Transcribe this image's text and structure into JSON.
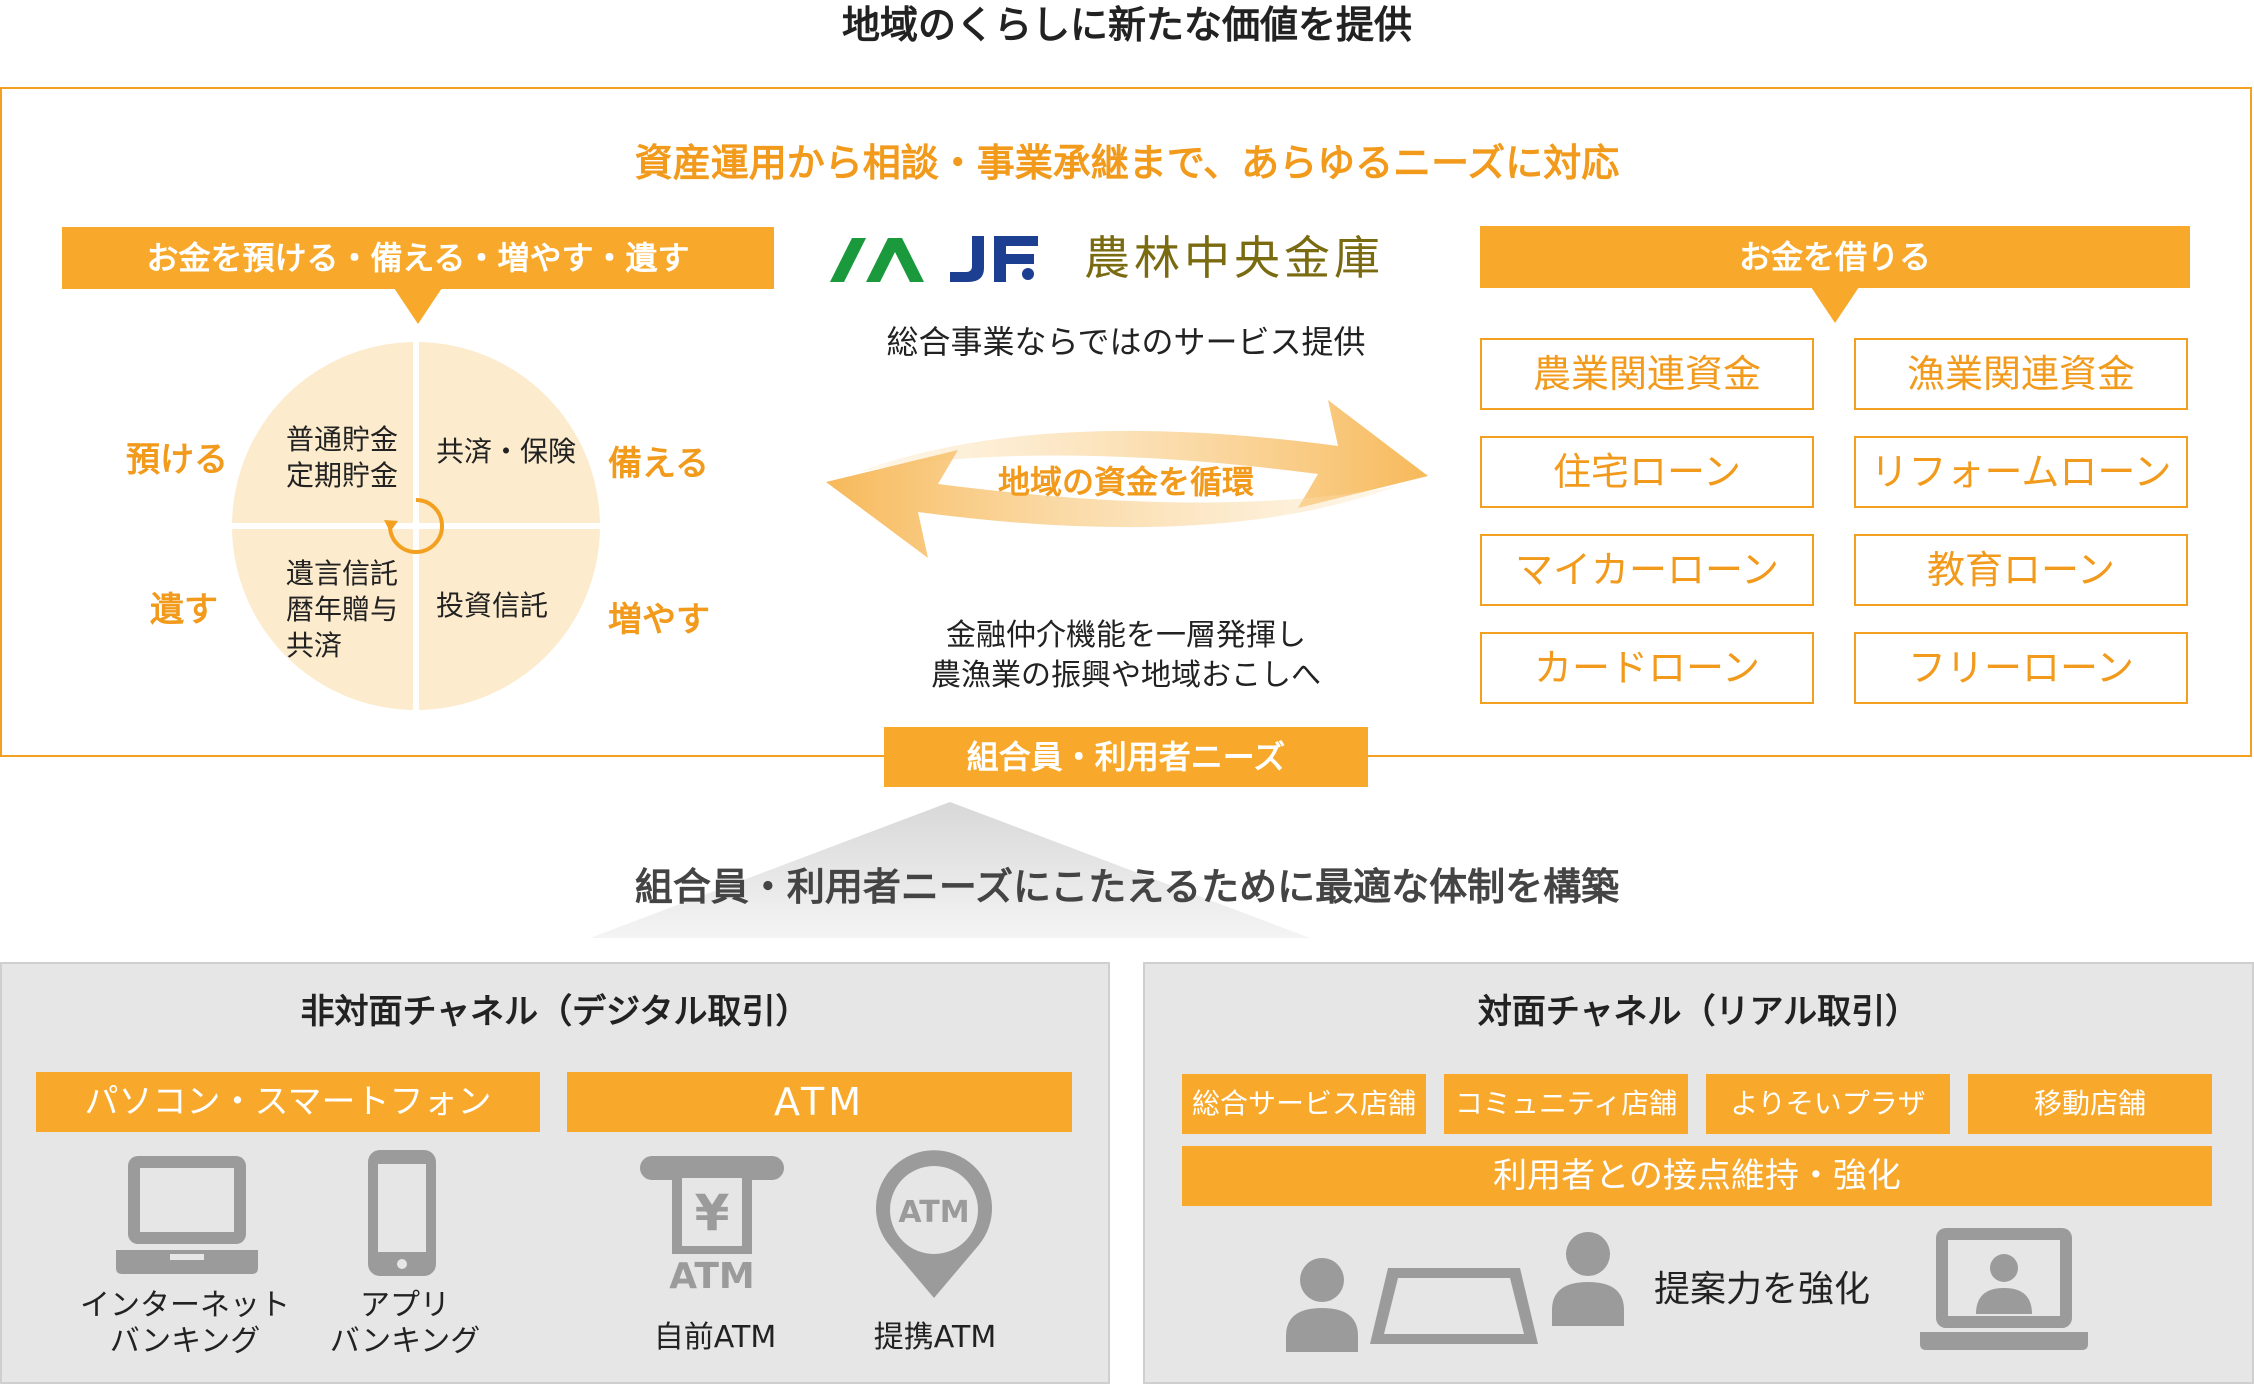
{
  "main_title": "地域のくらしに新たな価値を提供",
  "top_section": {
    "headline": "資産運用から相談・事業承継まで、あらゆるニーズに対応",
    "left": {
      "header": "お金を預ける・備える・増やす・遺す",
      "words": {
        "top_left": "預ける",
        "top_right": "備える",
        "bottom_left": "遺す",
        "bottom_right": "増やす"
      },
      "quadrants": {
        "top_left": [
          "普通貯金",
          "定期貯金"
        ],
        "top_right": [
          "共済・保険"
        ],
        "bottom_left": [
          "遺言信託",
          "暦年贈与",
          "共済"
        ],
        "bottom_right": [
          "投資信託"
        ]
      }
    },
    "center": {
      "logo_ja": "JA",
      "logo_jf": "JF",
      "logo_name": "農林中央金庫",
      "subtitle": "総合事業ならではのサービス提供",
      "cycle_label": "地域の資金を循環",
      "desc_line1": "金融仲介機能を一層発揮し",
      "desc_line2": "農漁業の振興や地域おこしへ"
    },
    "right": {
      "header": "お金を借りる",
      "loans": [
        "農業関連資金",
        "漁業関連資金",
        "住宅ローン",
        "リフォームローン",
        "マイカーローン",
        "教育ローン",
        "カードローン",
        "フリーローン"
      ]
    },
    "needs_label": "組合員・利用者ニーズ"
  },
  "middle_caption": "組合員・利用者ニーズにこたえるために最適な体制を構築",
  "digital_panel": {
    "title": "非対面チャネル（デジタル取引）",
    "bar_pc": "パソコン・スマートフォン",
    "bar_atm": "ATM",
    "items": [
      {
        "icon": "laptop-icon",
        "label_line1": "インターネット",
        "label_line2": "バンキング"
      },
      {
        "icon": "smartphone-icon",
        "label_line1": "アプリ",
        "label_line2": "バンキング"
      },
      {
        "icon": "atm-machine-icon",
        "icon_text": "ATM",
        "label_line1": "自前ATM"
      },
      {
        "icon": "atm-pin-icon",
        "icon_text": "ATM",
        "label_line1": "提携ATM"
      }
    ]
  },
  "face_panel": {
    "title": "対面チャネル（リアル取引）",
    "stores": [
      "総合サービス店舗",
      "コミュニティ店舗",
      "よりそいプラザ",
      "移動店舗"
    ],
    "wide_bar": "利用者との接点維持・強化",
    "strength": "提案力を強化"
  },
  "colors": {
    "accent": "#f8a92b",
    "accent_text": "#f19a1c",
    "circle": "#fcebcc",
    "panel_bg": "#e6e6e6",
    "icon_gray": "#9b9b9b",
    "ja_green": "#1a9a3c",
    "jf_blue": "#1d3f91",
    "norin_olive": "#7a6a10"
  }
}
